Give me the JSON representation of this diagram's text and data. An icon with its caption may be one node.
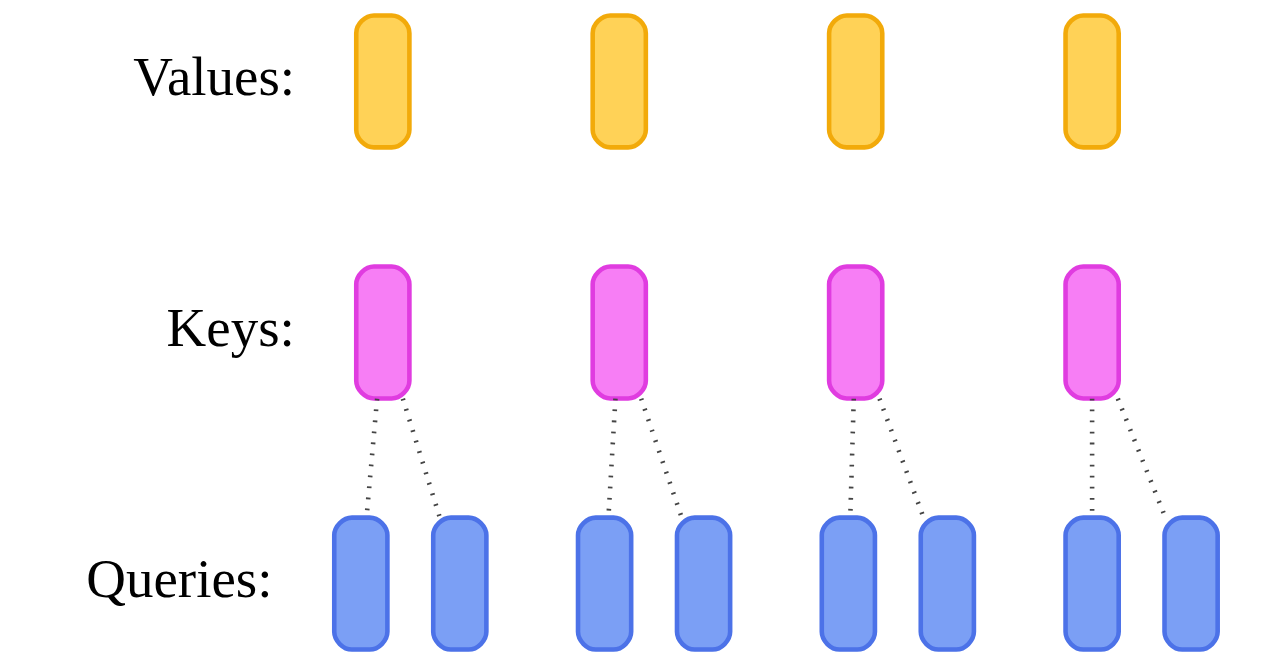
{
  "diagram": {
    "nodes": [
      {
        "text": [],
        "shape": "box"
      },
      {
        "text": [],
        "shape": "box"
      },
      {
        "text": [],
        "shape": "box"
      },
      {
        "text": [],
        "shape": "box"
      },
      {
        "text": [],
        "shape": "box"
      },
      {
        "text": [],
        "shape": "box"
      },
      {
        "text": [],
        "shape": "box"
      },
      {
        "text": [],
        "shape": "box"
      },
      {
        "text": [],
        "shape": "box"
      },
      {
        "text": [],
        "shape": "box"
      },
      {
        "text": [],
        "shape": "box"
      },
      {
        "text": [],
        "shape": "box"
      },
      {
        "text": [],
        "shape": "box"
      },
      {
        "text": [],
        "shape": "box"
      },
      {
        "text": [],
        "shape": "box"
      },
      {
        "text": [],
        "shape": "box"
      }
    ],
    "edges": [
      {
        "from": 4,
        "to": 8,
        "arrow": "none",
        "style": "dashed"
      },
      {
        "from": 4,
        "to": 9,
        "arrow": "none",
        "style": "dashed"
      },
      {
        "from": 5,
        "to": 10,
        "arrow": "none",
        "style": "dashed"
      },
      {
        "from": 5,
        "to": 11,
        "arrow": "none",
        "style": "dashed"
      },
      {
        "from": 6,
        "to": 12,
        "arrow": "none",
        "style": "dashed"
      },
      {
        "from": 6,
        "to": 13,
        "arrow": "none",
        "style": "dashed"
      },
      {
        "from": 7,
        "to": 14,
        "arrow": "none",
        "style": "dashed"
      },
      {
        "from": 7,
        "to": 15,
        "arrow": "none",
        "style": "dashed"
      }
    ],
    "labels": [
      "Values:",
      "Keys:",
      "Queries:"
    ]
  }
}
